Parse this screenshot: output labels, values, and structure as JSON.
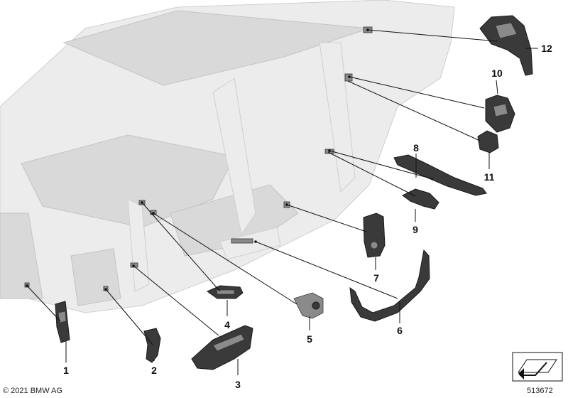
{
  "callouts": [
    {
      "id": "1",
      "label": "1"
    },
    {
      "id": "2",
      "label": "2"
    },
    {
      "id": "3",
      "label": "3"
    },
    {
      "id": "4",
      "label": "4"
    },
    {
      "id": "5",
      "label": "5"
    },
    {
      "id": "6",
      "label": "6"
    },
    {
      "id": "7",
      "label": "7"
    },
    {
      "id": "8",
      "label": "8"
    },
    {
      "id": "9",
      "label": "9"
    },
    {
      "id": "10",
      "label": "10"
    },
    {
      "id": "11",
      "label": "11"
    },
    {
      "id": "12",
      "label": "12"
    }
  ],
  "footer": {
    "copyright": "© 2021 BMW AG",
    "diagram_number": "513672"
  },
  "colors": {
    "background": "#ffffff",
    "body_shell": "#ececec",
    "part": "#3a3a3a",
    "leader": "#111111"
  }
}
